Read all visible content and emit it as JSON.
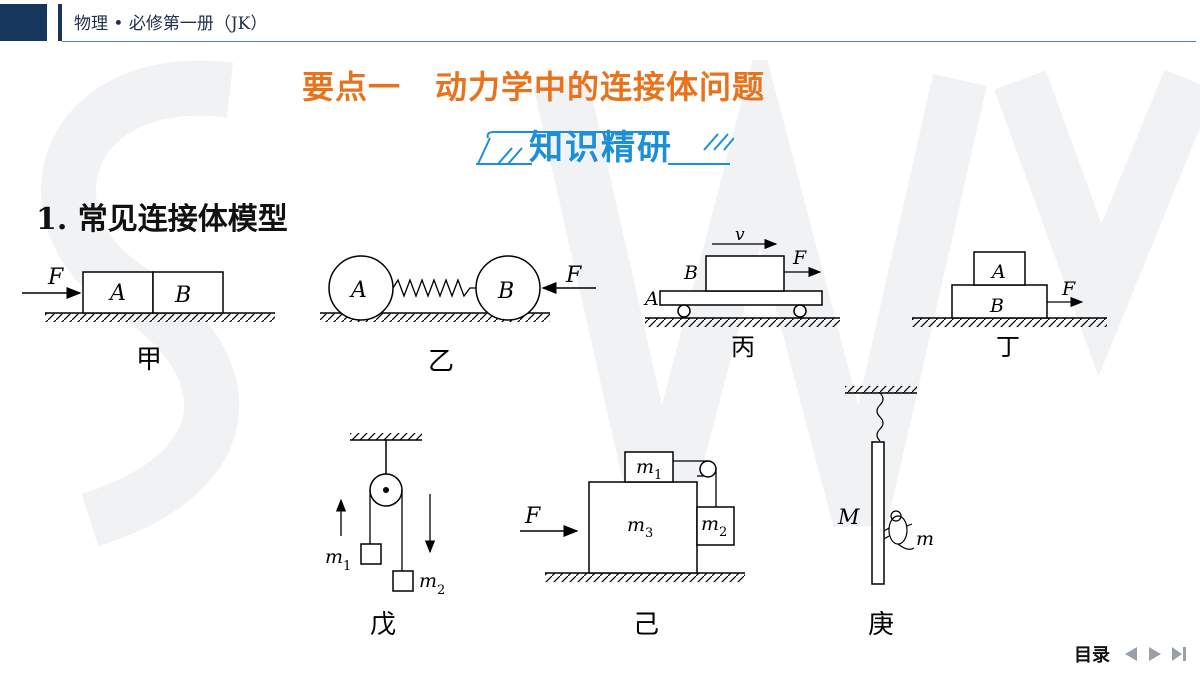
{
  "header": {
    "title": "物理 • 必修第一册（JK）"
  },
  "section": {
    "title_part1": "要点一",
    "title_part2": "动力学中的连接体问题",
    "badge": "知识精研"
  },
  "subheading": {
    "number": "1.",
    "text": "常见连接体模型"
  },
  "diagrams": {
    "jia": {
      "caption": "甲",
      "force": "F",
      "block_a": "A",
      "block_b": "B"
    },
    "yi": {
      "caption": "乙",
      "ball_a": "A",
      "ball_b": "B",
      "force": "F"
    },
    "bing": {
      "caption": "丙",
      "velocity": "v",
      "force": "F",
      "block_b": "B",
      "cart_a": "A"
    },
    "ding": {
      "caption": "丁",
      "block_a": "A",
      "block_b": "B",
      "force": "F"
    },
    "wu": {
      "caption": "戊",
      "mass1": "m",
      "mass1_sub": "1",
      "mass2": "m",
      "mass2_sub": "2"
    },
    "ji": {
      "caption": "己",
      "force": "F",
      "m1": "m",
      "m1_sub": "1",
      "m2": "m",
      "m2_sub": "2",
      "m3": "m",
      "m3_sub": "3"
    },
    "geng": {
      "caption": "庚",
      "pole": "M",
      "mouse": "m"
    }
  },
  "footer": {
    "toc": "目录"
  }
}
